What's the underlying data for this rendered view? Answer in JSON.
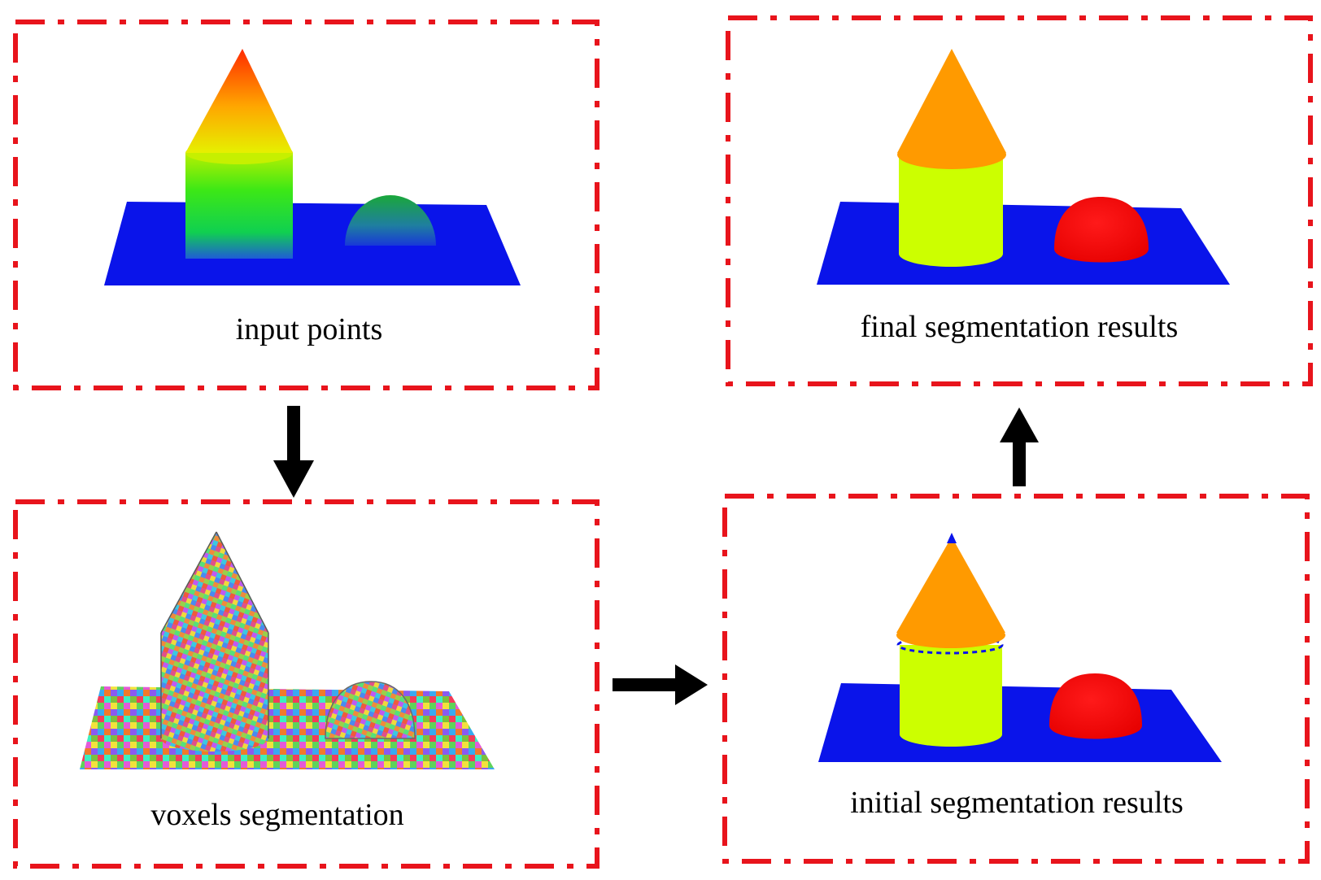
{
  "colors": {
    "frame": "#e8141c",
    "arrow": "#000000",
    "plane_blue": "#0a14ea",
    "cone_orange": "#ff9a00",
    "cylinder_yellow": "#ccff00",
    "sphere_red": "#ff0000",
    "gradient_red": "#ff2a00",
    "gradient_yellow": "#e6f000",
    "gradient_green": "#2bdc12"
  },
  "panels": {
    "input": {
      "label": "input points"
    },
    "voxels": {
      "label": "voxels segmentation"
    },
    "initial": {
      "label": "initial segmentation results"
    },
    "final": {
      "label": "final segmentation results"
    }
  },
  "arrows": [
    {
      "name": "input-to-voxels",
      "direction": "down"
    },
    {
      "name": "voxels-to-initial",
      "direction": "right"
    },
    {
      "name": "initial-to-final",
      "direction": "up"
    }
  ],
  "icons": {
    "frame_style": "dash-dot-frame",
    "voxel_pattern": "random-colored-voxels"
  }
}
